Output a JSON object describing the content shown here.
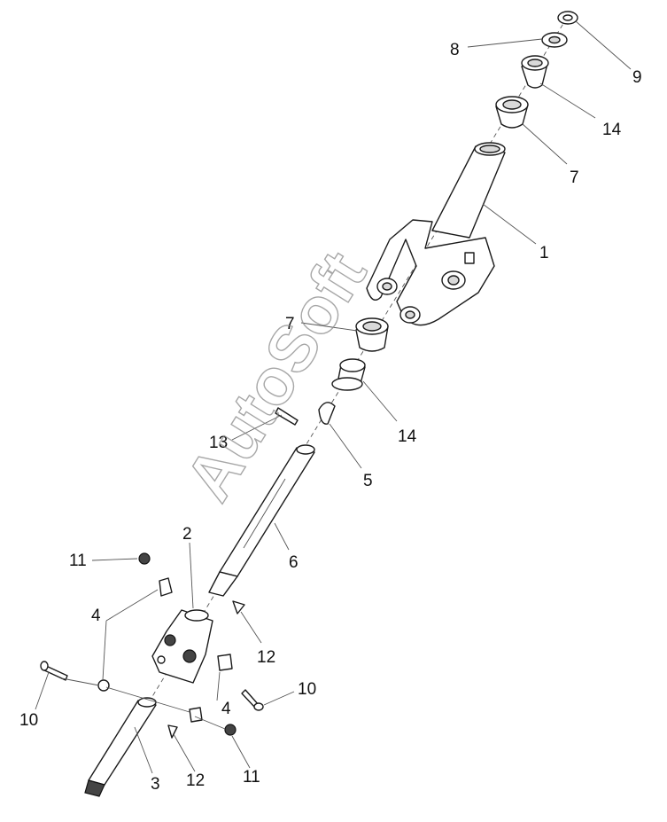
{
  "watermark": "AutoSoft",
  "callouts": [
    {
      "id": "c9",
      "label": "9"
    },
    {
      "id": "c8",
      "label": "8"
    },
    {
      "id": "c14a",
      "label": "14"
    },
    {
      "id": "c7a",
      "label": "7"
    },
    {
      "id": "c1",
      "label": "1"
    },
    {
      "id": "c7b",
      "label": "7"
    },
    {
      "id": "c14b",
      "label": "14"
    },
    {
      "id": "c13",
      "label": "13"
    },
    {
      "id": "c5",
      "label": "5"
    },
    {
      "id": "c2",
      "label": "2"
    },
    {
      "id": "c6",
      "label": "6"
    },
    {
      "id": "c11a",
      "label": "11"
    },
    {
      "id": "c4a",
      "label": "4"
    },
    {
      "id": "c12a",
      "label": "12"
    },
    {
      "id": "c10a",
      "label": "10"
    },
    {
      "id": "c4b",
      "label": "4"
    },
    {
      "id": "c10b",
      "label": "10"
    },
    {
      "id": "c3",
      "label": "3"
    },
    {
      "id": "c12b",
      "label": "12"
    },
    {
      "id": "c11b",
      "label": "11"
    }
  ]
}
